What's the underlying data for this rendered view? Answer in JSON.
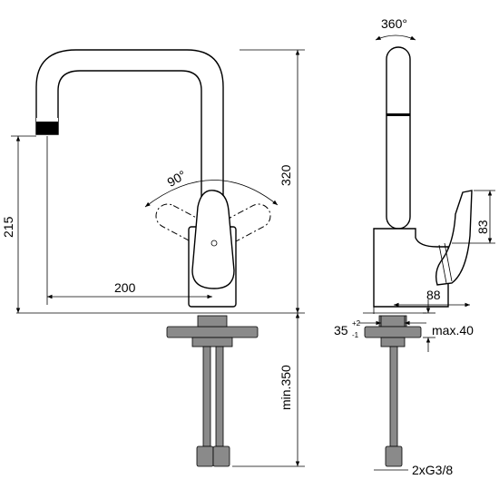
{
  "front_view": {
    "rotation_angle": "90°",
    "height_total": "320",
    "spout_height": "215",
    "spout_reach": "200",
    "pipe_length": "min.350"
  },
  "side_view": {
    "swivel": "360°",
    "lever_height": "83",
    "body_depth": "88",
    "hole_diameter": "35",
    "hole_tol_upper": "+2",
    "hole_tol_lower": "-1",
    "deck_thickness": "max.40",
    "connections": "2xG3/8"
  }
}
